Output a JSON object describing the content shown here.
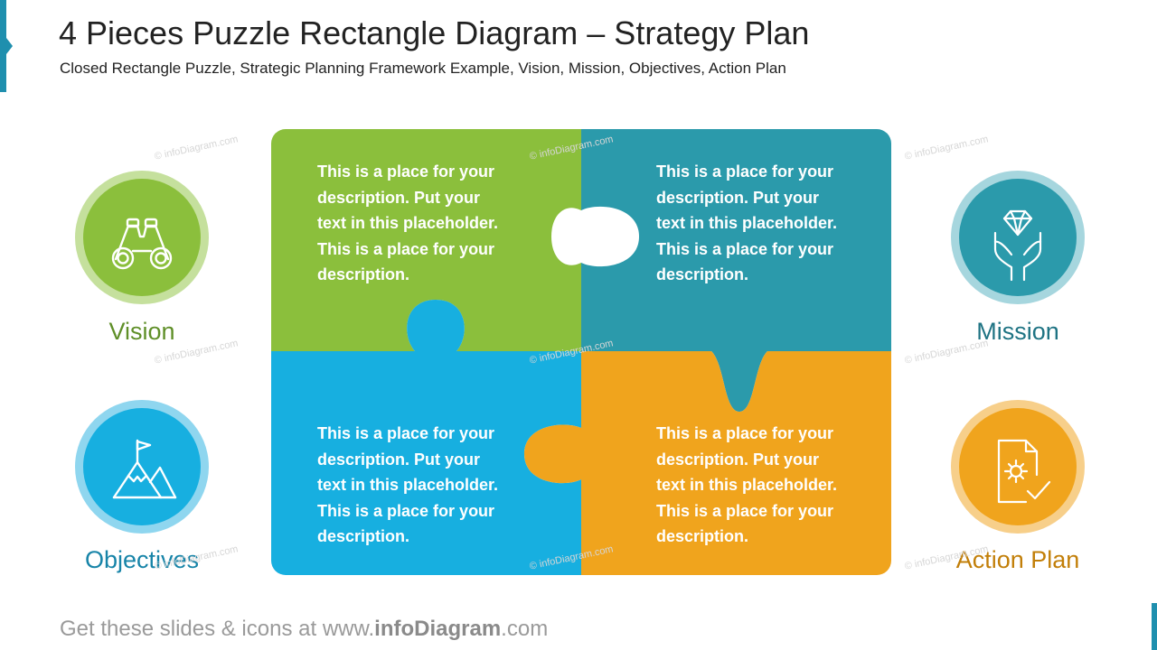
{
  "title": "4 Pieces Puzzle Rectangle Diagram – Strategy Plan",
  "subtitle": "Closed Rectangle Puzzle, Strategic Planning Framework Example, Vision, Mission, Objectives, Action Plan",
  "colors": {
    "accent": "#1f8fae",
    "green": "#8bbf3c",
    "teal": "#2b9aab",
    "blue": "#17afe0",
    "orange": "#f0a41d"
  },
  "pieces": [
    {
      "id": "top-left",
      "lines": [
        "This is a place for your",
        "description. Put your",
        "text in this placeholder.",
        "This is a place for your",
        "description."
      ]
    },
    {
      "id": "top-right",
      "lines": [
        "This is a place for your",
        "description. Put your",
        "text in this placeholder.",
        "This is a place for your",
        "description."
      ]
    },
    {
      "id": "bottom-left",
      "lines": [
        "This is a place for your",
        "description. Put your",
        "text in this placeholder.",
        "This is a place for your",
        "description."
      ]
    },
    {
      "id": "bottom-right",
      "lines": [
        "This is a place for your",
        "description. Put your",
        "text in this placeholder.",
        "This is a place for your",
        "description."
      ]
    }
  ],
  "categories": {
    "vision": {
      "label": "Vision",
      "icon": "binoculars-icon",
      "color": "#5f8f28"
    },
    "mission": {
      "label": "Mission",
      "icon": "diamond-in-hands-icon",
      "color": "#1e7383"
    },
    "objectives": {
      "label": "Objectives",
      "icon": "mountain-flag-icon",
      "color": "#1784a8"
    },
    "action_plan": {
      "label": "Action Plan",
      "icon": "document-gear-check-icon",
      "color": "#c27f09"
    }
  },
  "watermark": "© infoDiagram.com",
  "footer": {
    "prefix": "Get these slides & icons at www.",
    "brand": "infoDiagram",
    "suffix": ".com"
  }
}
